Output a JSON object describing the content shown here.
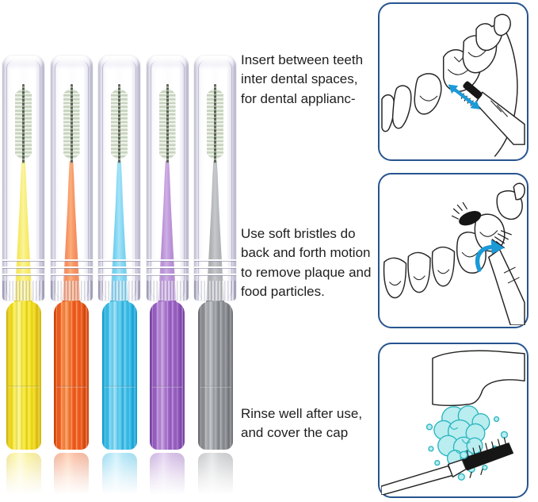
{
  "brushes": {
    "items": [
      {
        "name": "yellow interdental brush",
        "color": "#f4e11f",
        "dark": "#d9ba09",
        "light": "#fbf483"
      },
      {
        "name": "orange interdental brush",
        "color": "#f35f1f",
        "dark": "#d3470c",
        "light": "#fb9a55"
      },
      {
        "name": "blue interdental brush",
        "color": "#3fc0ea",
        "dark": "#12a2d6",
        "light": "#8fdff7"
      },
      {
        "name": "purple interdental brush",
        "color": "#9c63c6",
        "dark": "#7a44a6",
        "light": "#c39ade"
      },
      {
        "name": "gray interdental brush",
        "color": "#8f9296",
        "dark": "#707378",
        "light": "#babdc1"
      }
    ]
  },
  "instructions": [
    {
      "lines": [
        "Insert between teeth",
        "inter dental spaces,",
        "for dental applianc-"
      ],
      "illustration": "brush-inserted-between-teeth-with-double-arrow"
    },
    {
      "lines": [
        "Use soft bristles do",
        "back and forth motion",
        "to remove plaque and",
        "food particles."
      ],
      "illustration": "brush-through-teeth-with-rotation-arrow"
    },
    {
      "lines": [
        "Rinse well after use,",
        "and cover the cap"
      ],
      "illustration": "faucet-rinsing-brush-under-water"
    }
  ],
  "colors": {
    "text": "#1e1e1e",
    "ink": "#262626",
    "panel_border": "#27548f",
    "arrow": "#1b9ad8",
    "water_fill": "#b9edef",
    "water_stroke": "#2db6c1"
  }
}
